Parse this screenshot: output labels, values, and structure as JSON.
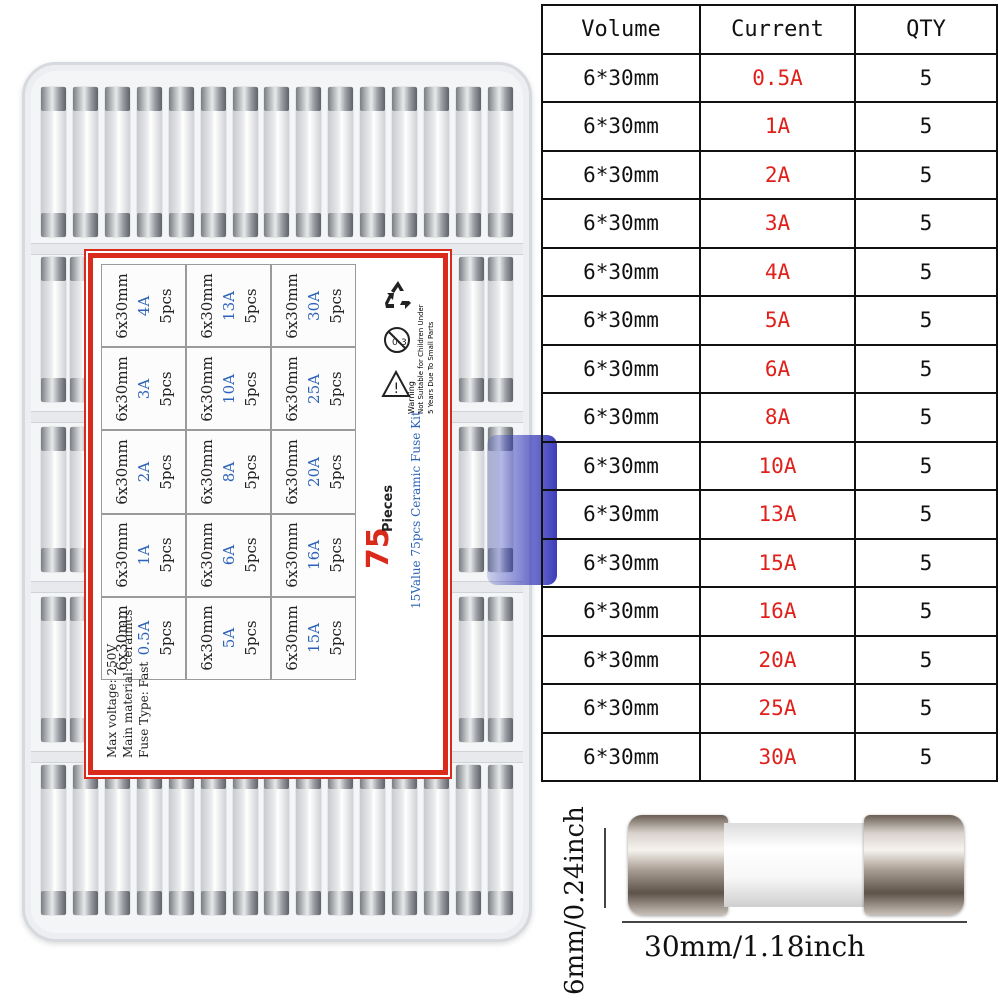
{
  "box": {
    "label_card": {
      "grid": [
        [
          {
            "size": "6x30mm",
            "amp": "4A",
            "qty": "5pcs"
          },
          {
            "size": "6x30mm",
            "amp": "13A",
            "qty": "5pcs"
          },
          {
            "size": "6x30mm",
            "amp": "30A",
            "qty": "5pcs"
          }
        ],
        [
          {
            "size": "6x30mm",
            "amp": "3A",
            "qty": "5pcs"
          },
          {
            "size": "6x30mm",
            "amp": "10A",
            "qty": "5pcs"
          },
          {
            "size": "6x30mm",
            "amp": "25A",
            "qty": "5pcs"
          }
        ],
        [
          {
            "size": "6x30mm",
            "amp": "2A",
            "qty": "5pcs"
          },
          {
            "size": "6x30mm",
            "amp": "8A",
            "qty": "5pcs"
          },
          {
            "size": "6x30mm",
            "amp": "20A",
            "qty": "5pcs"
          }
        ],
        [
          {
            "size": "6x30mm",
            "amp": "1A",
            "qty": "5pcs"
          },
          {
            "size": "6x30mm",
            "amp": "6A",
            "qty": "5pcs"
          },
          {
            "size": "6x30mm",
            "amp": "16A",
            "qty": "5pcs"
          }
        ],
        [
          {
            "size": "6x30mm",
            "amp": "0.5A",
            "qty": "5pcs"
          },
          {
            "size": "6x30mm",
            "amp": "5A",
            "qty": "5pcs"
          },
          {
            "size": "6x30mm",
            "amp": "15A",
            "qty": "5pcs"
          }
        ]
      ],
      "pieces_number": "75",
      "pieces_word": "Pieces",
      "kit_name": "15Value 75pcs Ceramic Fuse Kit",
      "warning_title": "Warning",
      "warning_line1": "Not Suitable for Children Under",
      "warning_line2": "5 Years Due To Small Parts",
      "spec": {
        "voltage": "Max voltage: 250V",
        "material": "Main material: ceramics",
        "type": "Fuse Type: Fast"
      }
    }
  },
  "table": {
    "headers": [
      "Volume",
      "Current",
      "QTY"
    ],
    "rows": [
      {
        "volume": "6*30mm",
        "current": "0.5A",
        "qty": "5"
      },
      {
        "volume": "6*30mm",
        "current": "1A",
        "qty": "5"
      },
      {
        "volume": "6*30mm",
        "current": "2A",
        "qty": "5"
      },
      {
        "volume": "6*30mm",
        "current": "3A",
        "qty": "5"
      },
      {
        "volume": "6*30mm",
        "current": "4A",
        "qty": "5"
      },
      {
        "volume": "6*30mm",
        "current": "5A",
        "qty": "5"
      },
      {
        "volume": "6*30mm",
        "current": "6A",
        "qty": "5"
      },
      {
        "volume": "6*30mm",
        "current": "8A",
        "qty": "5"
      },
      {
        "volume": "6*30mm",
        "current": "10A",
        "qty": "5"
      },
      {
        "volume": "6*30mm",
        "current": "13A",
        "qty": "5"
      },
      {
        "volume": "6*30mm",
        "current": "15A",
        "qty": "5"
      },
      {
        "volume": "6*30mm",
        "current": "16A",
        "qty": "5"
      },
      {
        "volume": "6*30mm",
        "current": "20A",
        "qty": "5"
      },
      {
        "volume": "6*30mm",
        "current": "25A",
        "qty": "5"
      },
      {
        "volume": "6*30mm",
        "current": "30A",
        "qty": "5"
      }
    ]
  },
  "dimensions": {
    "diameter": "6mm/0.24inch",
    "length": "30mm/1.18inch"
  },
  "colors": {
    "current_text": "#e0201a",
    "card_border": "#d92a1c",
    "amp_label": "#2c63b8"
  }
}
